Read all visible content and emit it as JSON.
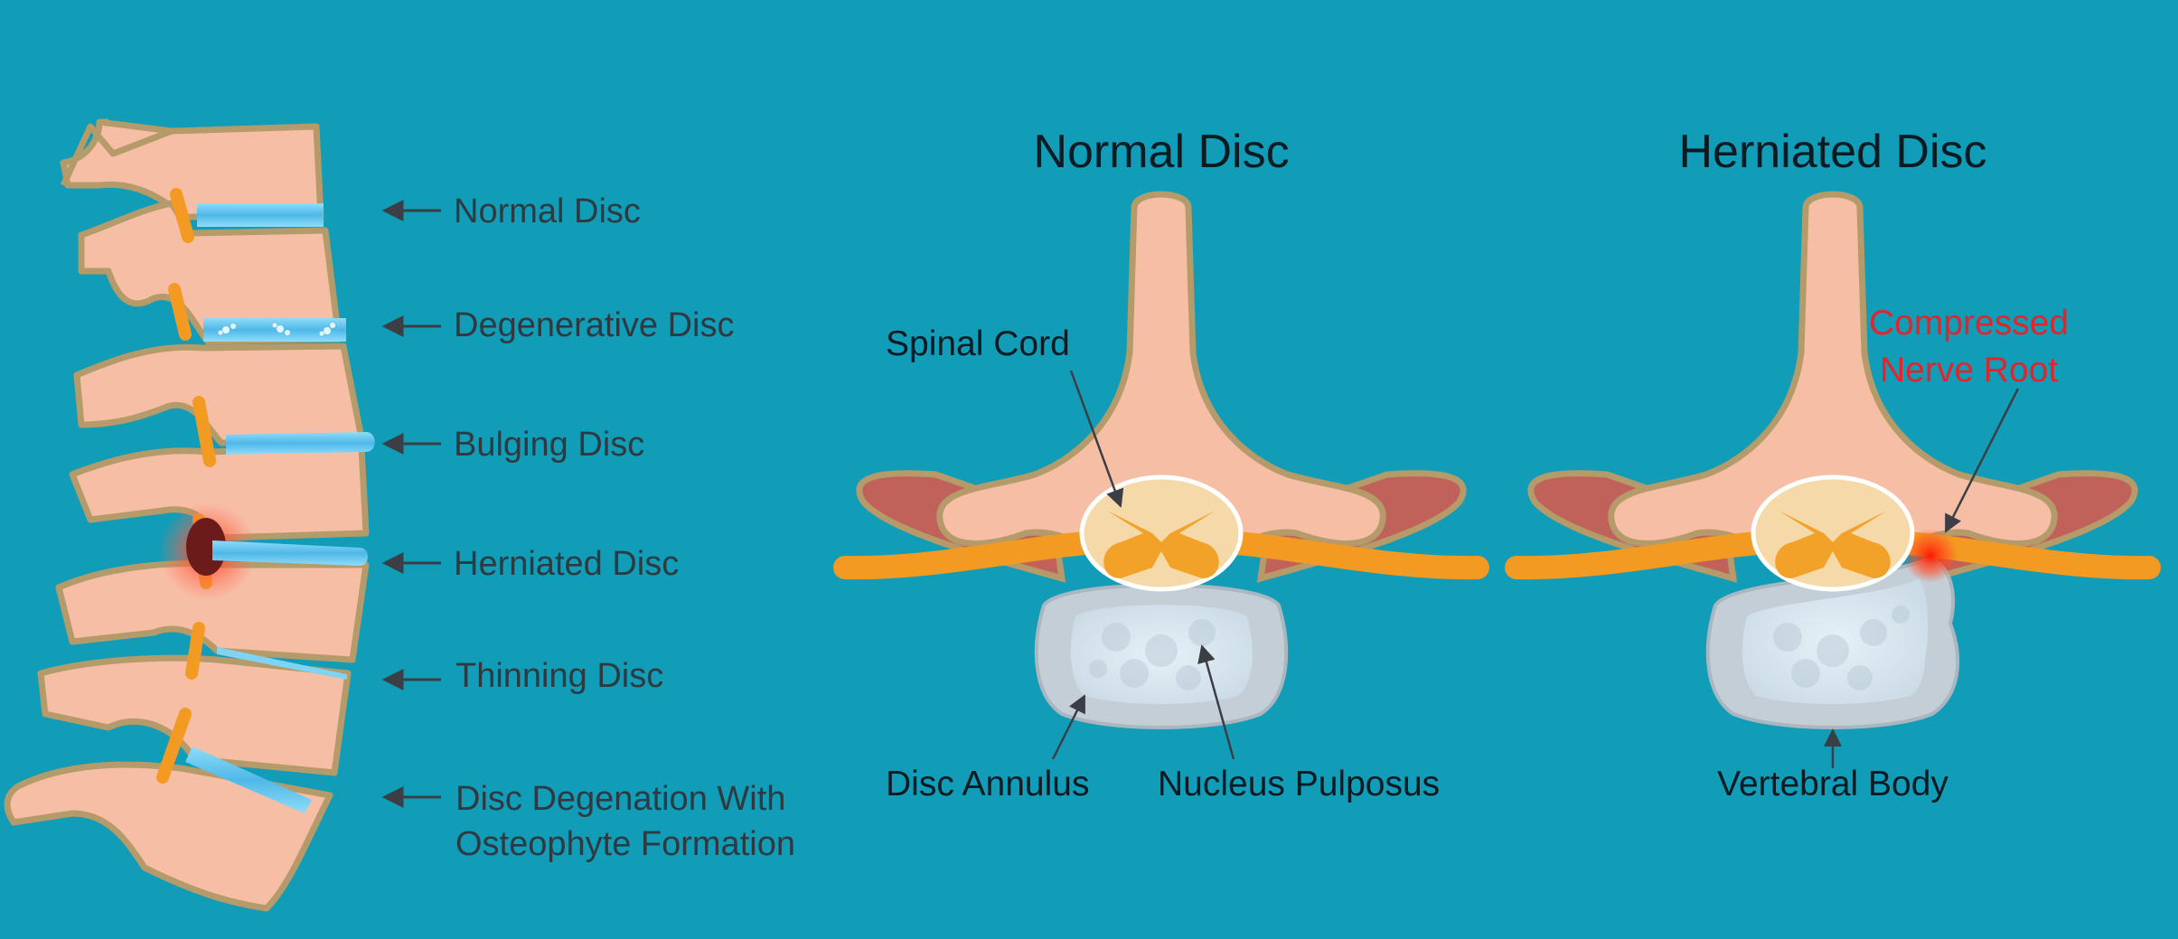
{
  "colors": {
    "background": "#119cb8",
    "bone": "#f7bea6",
    "bone_outline": "#b59a6a",
    "disc_blue": "#66c8ef",
    "nerve_orange": "#f39a22",
    "muscle_red": "#c1625a",
    "cord_fill": "#f5d9a8",
    "annulus_gray": "#c4ced6",
    "nucleus": "#dceaf2",
    "arrow": "#3b3f45",
    "inflammation_red": "#e3242b"
  },
  "lateral_view": {
    "labels": [
      {
        "text": "Normal Disc"
      },
      {
        "text": "Degenerative Disc"
      },
      {
        "text": "Bulging Disc"
      },
      {
        "text": "Herniated Disc"
      },
      {
        "text": "Thinning Disc"
      },
      {
        "text": "Disc Degenation With",
        "line2": "Osteophyte Formation"
      }
    ]
  },
  "normal_panel": {
    "title": "Normal Disc",
    "labels": {
      "spinal_cord": "Spinal Cord",
      "disc_annulus": "Disc Annulus",
      "nucleus_pulposus": "Nucleus Pulposus"
    }
  },
  "herniated_panel": {
    "title": "Herniated Disc",
    "labels": {
      "compressed_line1": "Compressed",
      "compressed_line2": "Nerve Root",
      "vertebral_body": "Vertebral Body"
    }
  }
}
